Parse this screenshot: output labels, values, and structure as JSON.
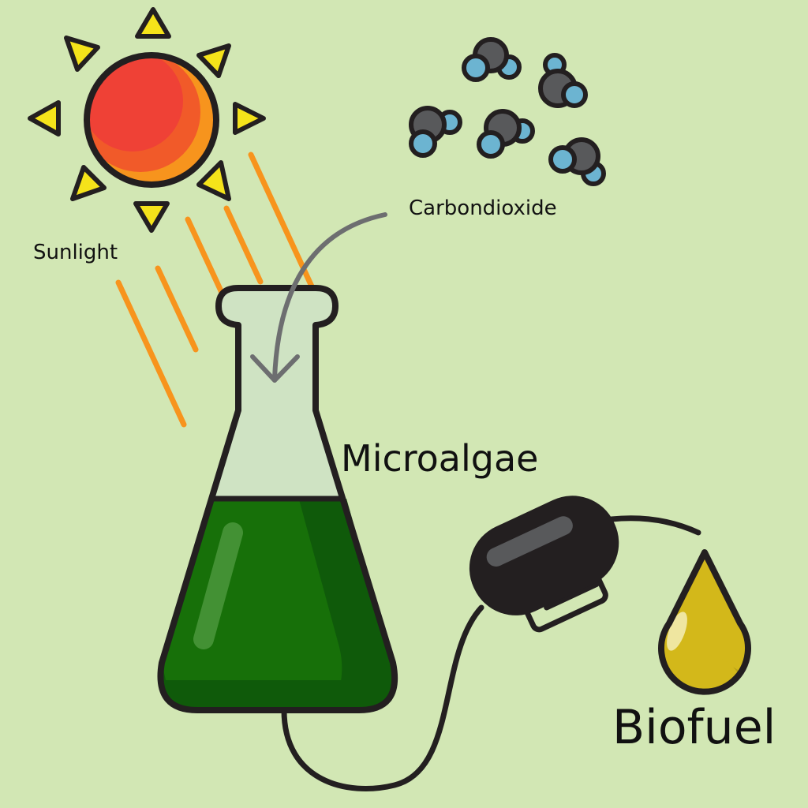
{
  "labels": {
    "sunlight": "Sunlight",
    "carbon_dioxide": "Carbondioxide",
    "microalgae": "Microalgae",
    "biofuel": "Biofuel"
  },
  "colors": {
    "background": "#d2e7b4",
    "sun_outer": "#f7941d",
    "sun_inner": "#ef4136",
    "sun_rays": "#f5e31a",
    "light_beams": "#f7941d",
    "algae": "#177009",
    "carbon_atom": "#58595b",
    "oxygen_atom": "#6cb4d1",
    "fuel": "#d3b81a",
    "arrow": "#6d6e70"
  }
}
